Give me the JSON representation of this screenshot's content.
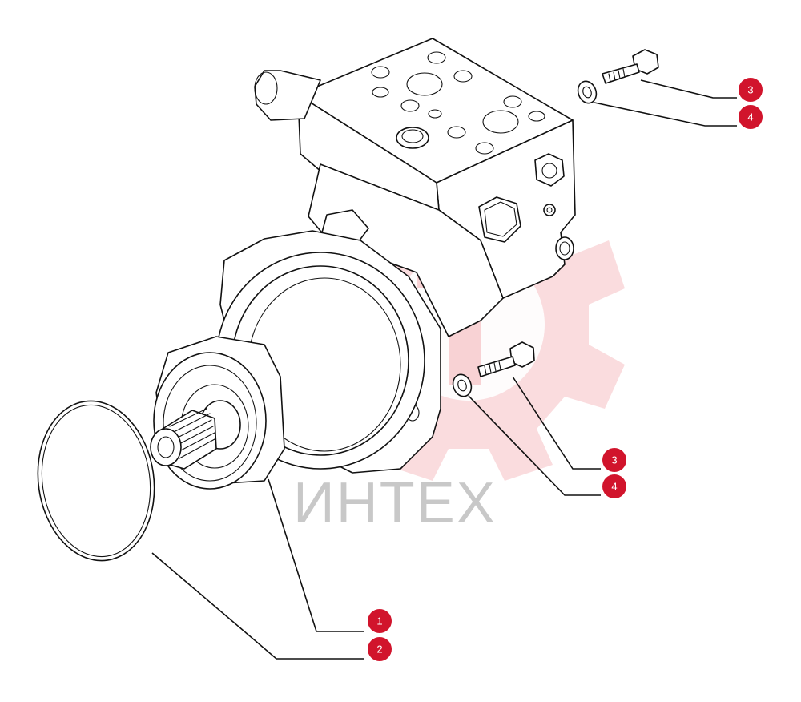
{
  "watermark": {
    "text": "ИНТЕХ",
    "color": "#c8c8c8",
    "logo_color": "#f4b5b8"
  },
  "callouts": [
    {
      "label": "1"
    },
    {
      "label": "2"
    },
    {
      "label": "3"
    },
    {
      "label": "4"
    },
    {
      "label": "3"
    },
    {
      "label": "4"
    }
  ],
  "colors": {
    "callout": "#d1142c",
    "line": "#111111",
    "background": "#ffffff"
  }
}
